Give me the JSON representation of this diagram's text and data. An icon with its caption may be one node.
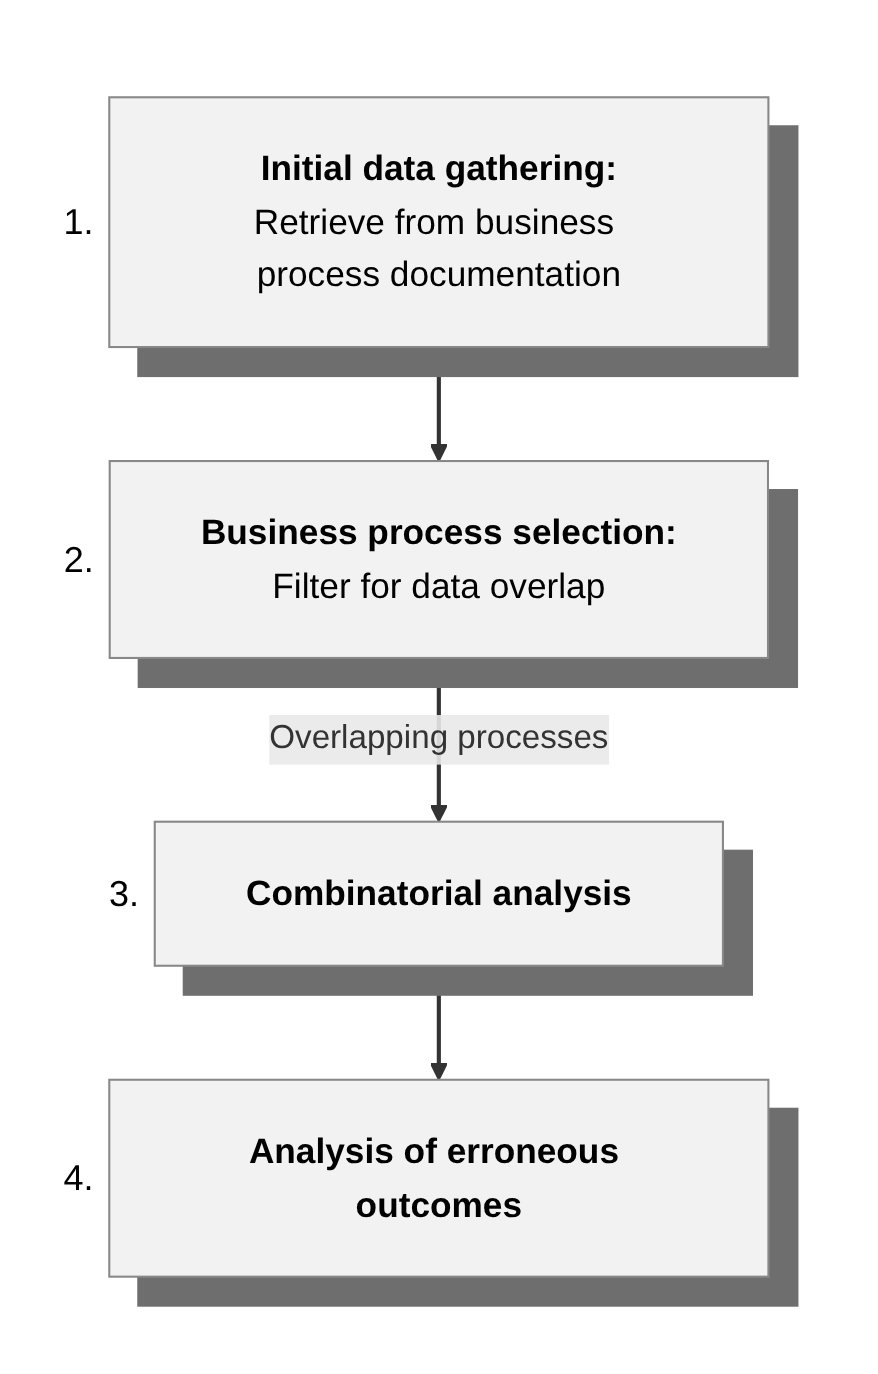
{
  "diagram": {
    "nodes": [
      {
        "text": [
          "Initial data gathering:",
          "Retrieve from business process documentation"
        ],
        "beside": [
          "1."
        ]
      },
      {
        "text": [
          "Business process selection:",
          "Filter for data overlap"
        ],
        "beside": [
          "2."
        ]
      },
      {
        "text": [
          "Combinatorial analysis"
        ],
        "beside": [
          "3."
        ]
      },
      {
        "text": [
          "Analysis of erroneous outcomes"
        ],
        "beside": [
          "4."
        ]
      }
    ],
    "edges": [
      {
        "from": 0,
        "to": 1,
        "arrow": "to"
      },
      {
        "from": 1,
        "to": 2,
        "arrow": "to",
        "label": "Overlapping processes"
      },
      {
        "from": 2,
        "to": 3,
        "arrow": "to"
      }
    ]
  }
}
